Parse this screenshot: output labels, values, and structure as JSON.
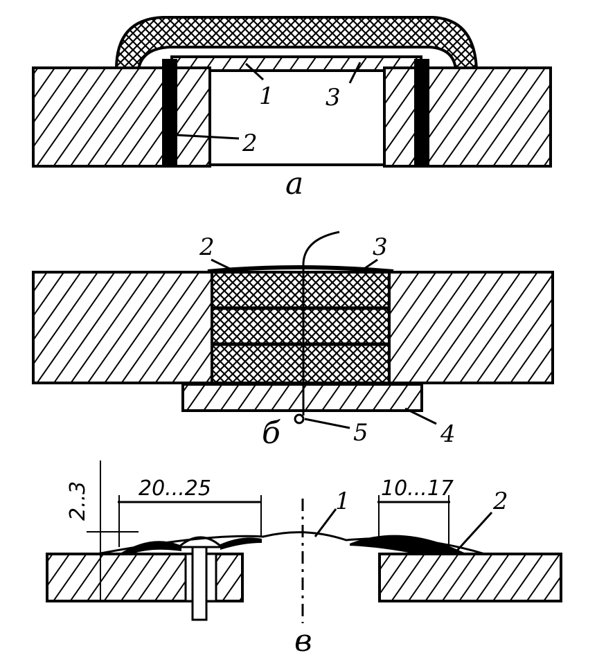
{
  "figure_a": {
    "caption": "a",
    "labels": [
      "1",
      "2",
      "3"
    ]
  },
  "figure_b": {
    "caption": "б",
    "labels": [
      "2",
      "3",
      "4",
      "5"
    ]
  },
  "figure_c": {
    "caption": "в",
    "labels": [
      "1",
      "2"
    ],
    "dimensions": {
      "height": "2..3",
      "left_width": "20...25",
      "right_width": "10...17"
    }
  }
}
